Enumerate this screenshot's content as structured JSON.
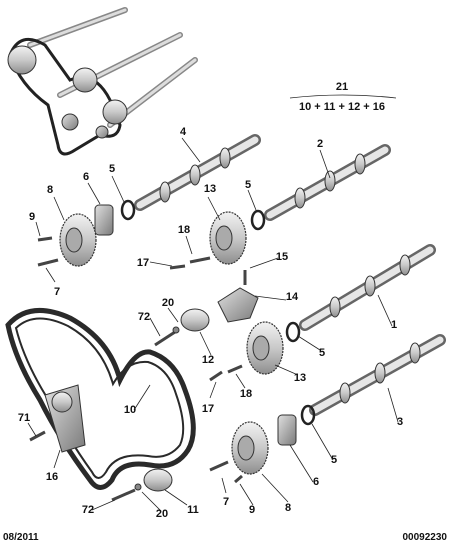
{
  "diagram": {
    "kit": {
      "label": "21",
      "formula": "10 + 11 + 12 + 16"
    },
    "callouts": {
      "c1": "1",
      "c2": "2",
      "c3": "3",
      "c4": "4",
      "c5a": "5",
      "c5b": "5",
      "c5c": "5",
      "c5d": "5",
      "c6a": "6",
      "c6b": "6",
      "c7a": "7",
      "c7b": "7",
      "c8a": "8",
      "c8b": "8",
      "c9a": "9",
      "c9b": "9",
      "c10": "10",
      "c11": "11",
      "c12": "12",
      "c13a": "13",
      "c13b": "13",
      "c14": "14",
      "c15": "15",
      "c16": "16",
      "c17a": "17",
      "c17b": "17",
      "c18a": "18",
      "c18b": "18",
      "c20a": "20",
      "c20b": "20",
      "c71": "71",
      "c72a": "72",
      "c72b": "72"
    },
    "footer": {
      "date": "08/2011",
      "reference": "00092230"
    }
  }
}
